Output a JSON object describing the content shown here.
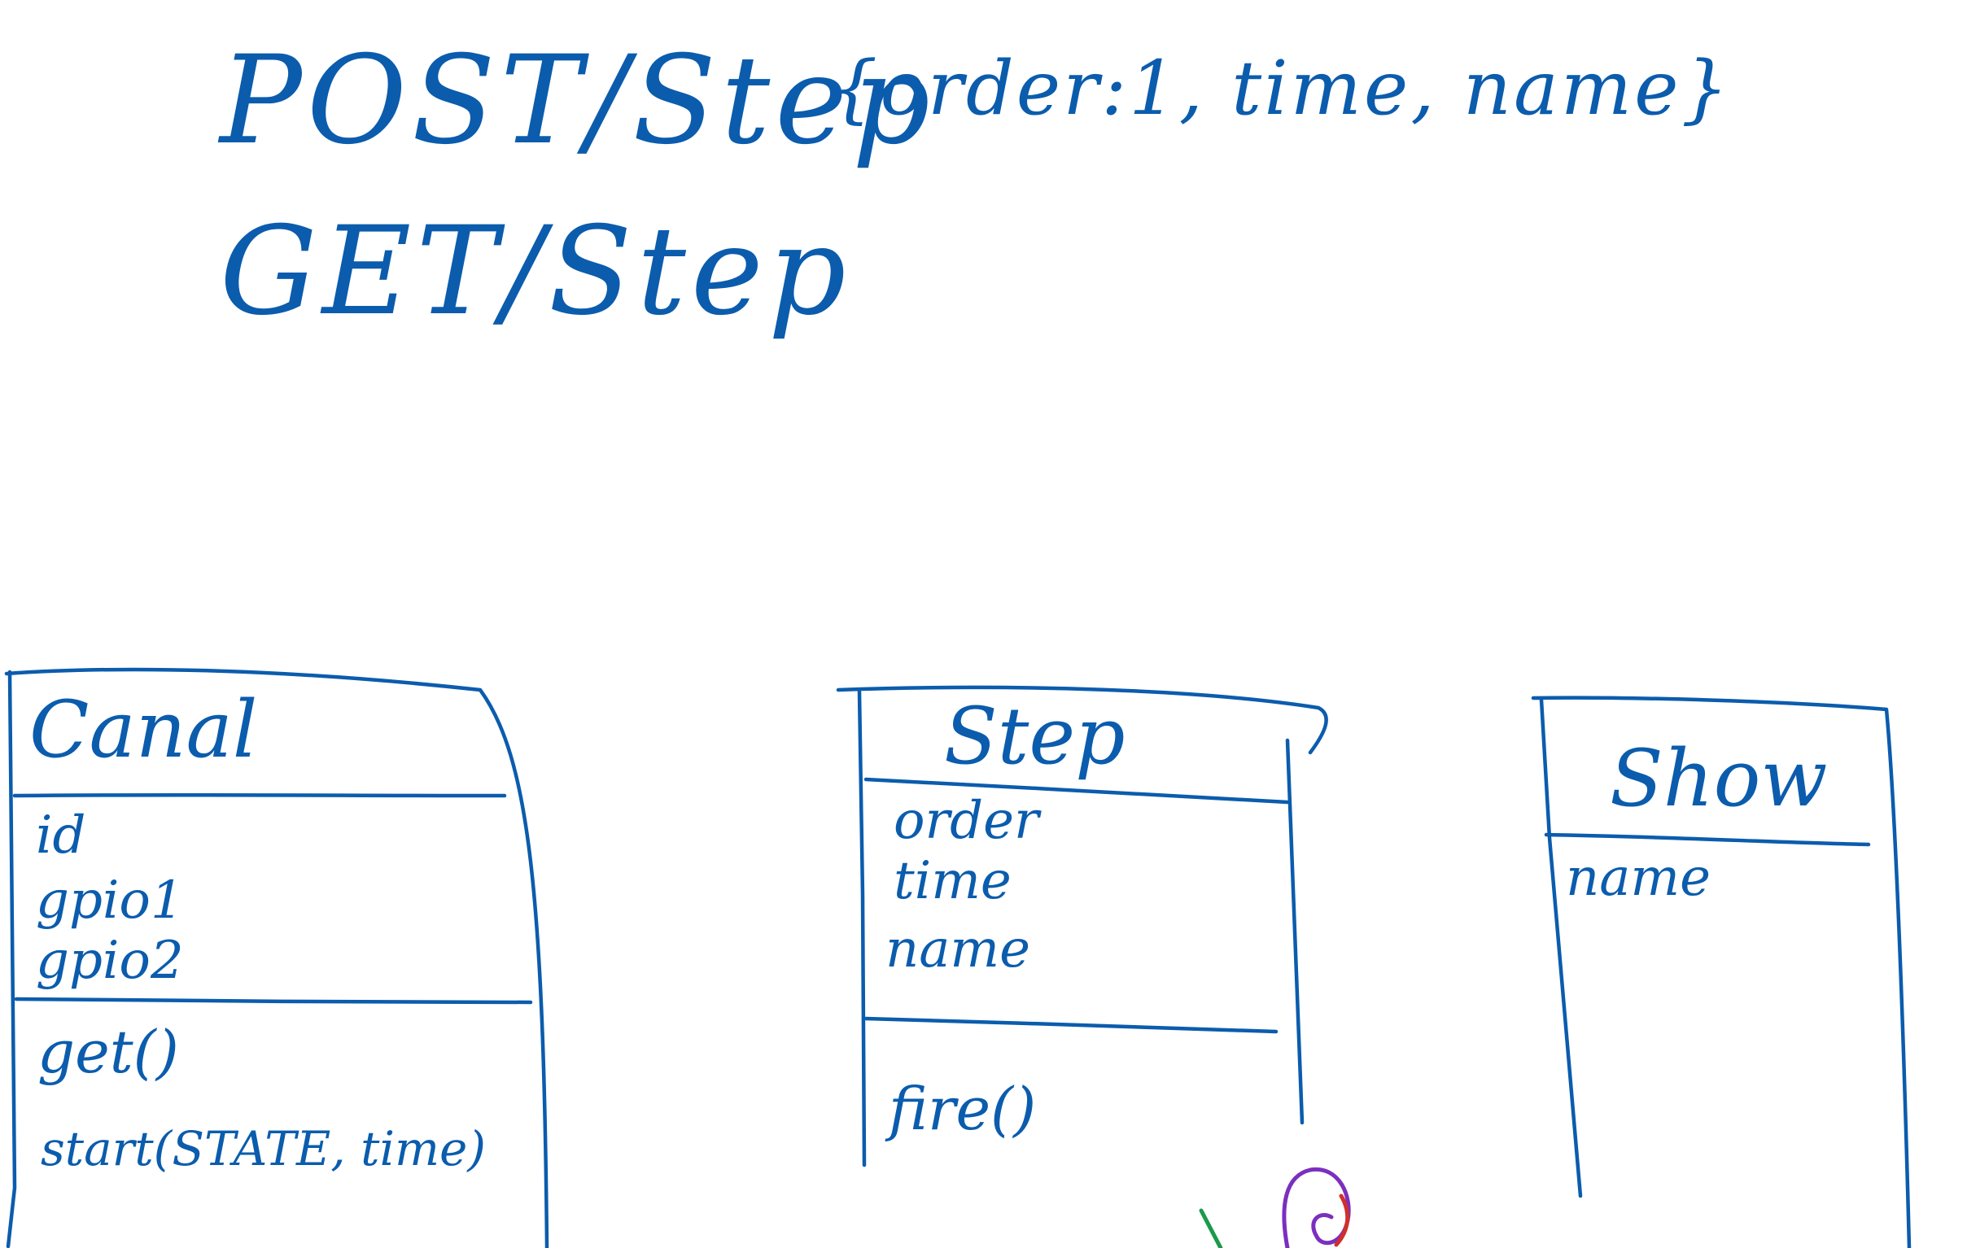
{
  "notes": {
    "post_step": "POST/Step",
    "step_json": "{order:1, time, name}",
    "get_step": "GET/Step"
  },
  "classes": {
    "canal": {
      "name": "Canal",
      "attributes": [
        "id",
        "gpio1",
        "gpio2"
      ],
      "methods": [
        "get()",
        "start(STATE, time)"
      ]
    },
    "step": {
      "name": "Step",
      "attributes": [
        "order",
        "time",
        "name"
      ],
      "methods": [
        "fire()"
      ]
    },
    "show": {
      "name": "Show",
      "attributes": [
        "name"
      ],
      "methods": []
    }
  },
  "colors": {
    "ink": "#0b5cad",
    "doodle_green": "#1a9a4a",
    "doodle_purple": "#7b2fbf",
    "doodle_red": "#d0302a",
    "background": "#ffffff"
  }
}
